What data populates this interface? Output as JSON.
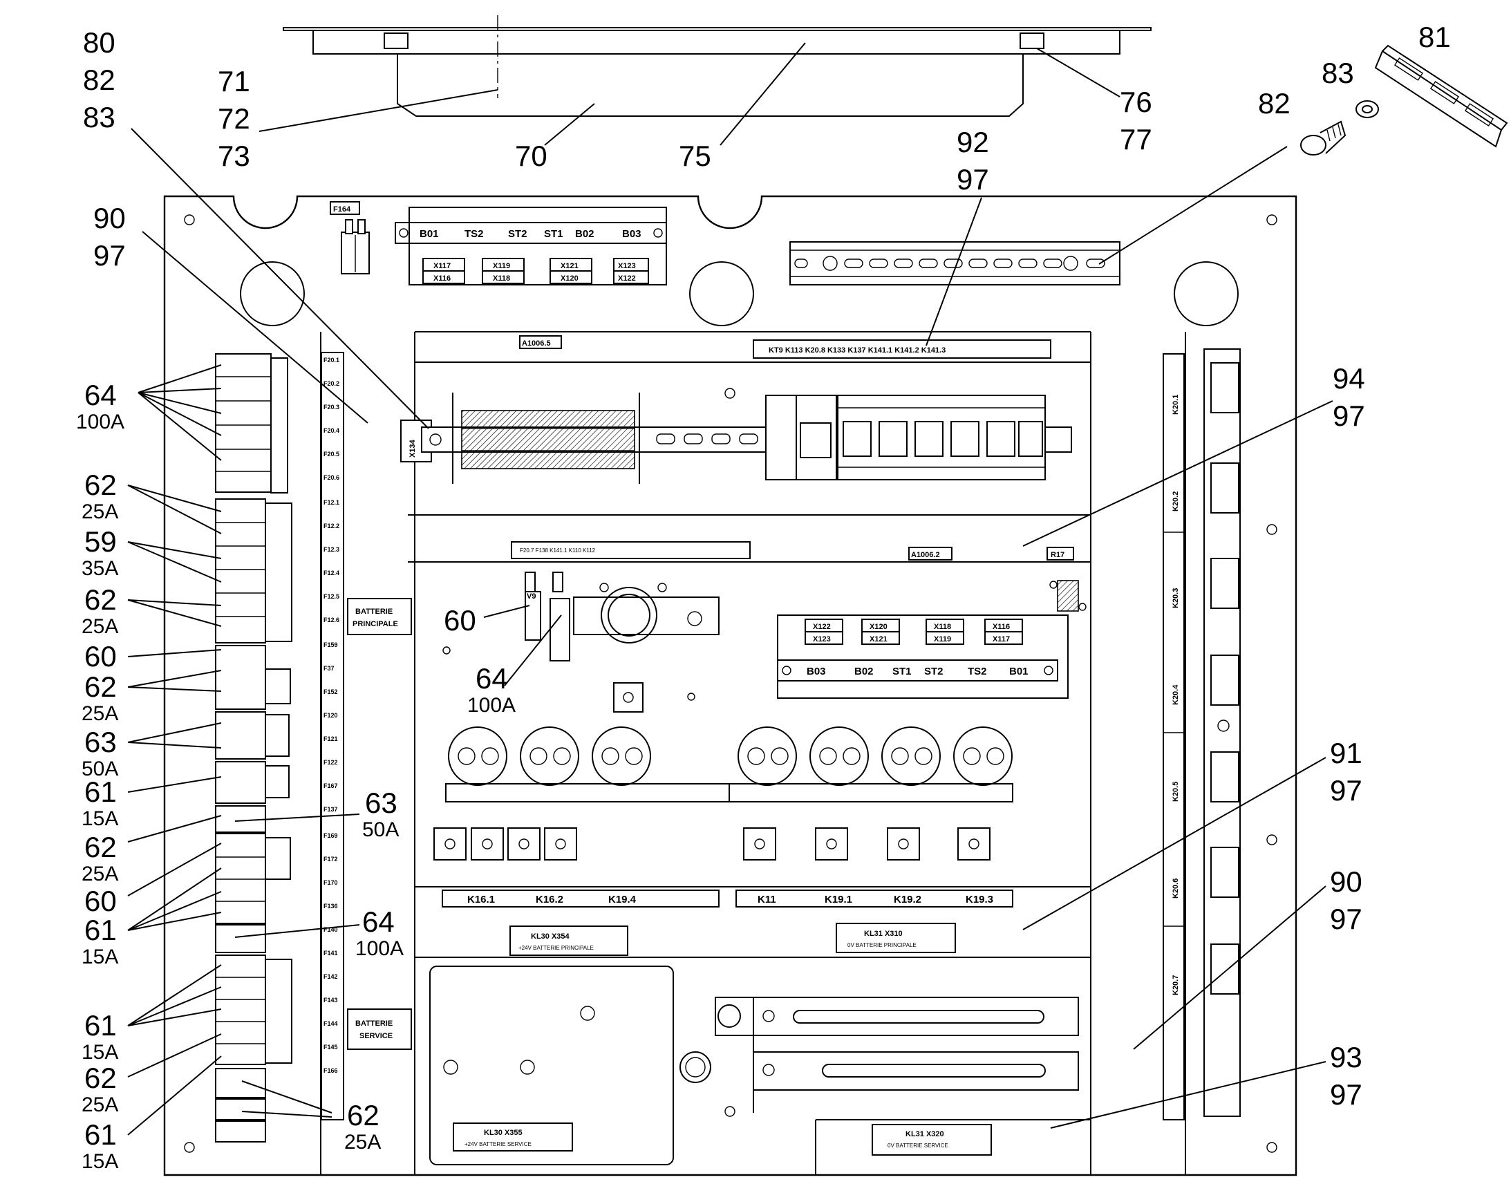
{
  "callouts": [
    {
      "lines": [
        "80",
        "82",
        "83"
      ]
    },
    {
      "lines": [
        "71",
        "72",
        "73"
      ]
    },
    {
      "lines": [
        "70"
      ]
    },
    {
      "lines": [
        "75"
      ]
    },
    {
      "lines": [
        "76",
        "77"
      ]
    },
    {
      "lines": [
        "81"
      ]
    },
    {
      "lines": [
        "83"
      ]
    },
    {
      "lines": [
        "82"
      ]
    },
    {
      "lines": [
        "92",
        "97"
      ]
    },
    {
      "lines": [
        "90",
        "97"
      ]
    },
    {
      "lines": [
        "94",
        "97"
      ]
    },
    {
      "lines": [
        "64"
      ],
      "sub": "100A"
    },
    {
      "lines": [
        "62"
      ],
      "sub": "25A"
    },
    {
      "lines": [
        "59"
      ],
      "sub": "35A"
    },
    {
      "lines": [
        "62"
      ],
      "sub": "25A"
    },
    {
      "lines": [
        "60"
      ]
    },
    {
      "lines": [
        "62"
      ],
      "sub": "25A"
    },
    {
      "lines": [
        "63"
      ],
      "sub": "50A"
    },
    {
      "lines": [
        "61"
      ],
      "sub": "15A"
    },
    {
      "lines": [
        "62"
      ],
      "sub": "25A"
    },
    {
      "lines": [
        "60"
      ]
    },
    {
      "lines": [
        "61"
      ],
      "sub": "15A"
    },
    {
      "lines": [
        "61"
      ],
      "sub": "15A"
    },
    {
      "lines": [
        "62"
      ],
      "sub": "25A"
    },
    {
      "lines": [
        "61"
      ],
      "sub": "15A"
    },
    {
      "lines": [
        "63"
      ],
      "sub": "50A"
    },
    {
      "lines": [
        "64"
      ],
      "sub": "100A"
    },
    {
      "lines": [
        "62"
      ],
      "sub": "25A"
    },
    {
      "lines": [
        "60"
      ]
    },
    {
      "lines": [
        "64"
      ],
      "sub": "100A"
    },
    {
      "lines": [
        "91",
        "97"
      ]
    },
    {
      "lines": [
        "90",
        "97"
      ]
    },
    {
      "lines": [
        "93",
        "97"
      ]
    }
  ],
  "labels": {
    "f164": "F164",
    "terminal_top": [
      "B01",
      "TS2",
      "ST2",
      "ST1",
      "B02",
      "B03"
    ],
    "connectors_top_a": [
      "X117",
      "X119",
      "X121",
      "X123"
    ],
    "connectors_top_b": [
      "X116",
      "X118",
      "X120",
      "X122"
    ],
    "a1006_5": "A1006.5",
    "relay_strip": "KT9   K113   K20.8   K133   K137   K141.1  K141.2  K141.3",
    "x134": "X134",
    "a1006_2": "A1006.2",
    "r17": "R17",
    "fuse_row_mid": "F20.7  F138  K141.1        K110              K112",
    "v9": "V9",
    "connectors_mid_a": [
      "X122",
      "X120",
      "X118",
      "X116"
    ],
    "connectors_mid_b": [
      "X123",
      "X121",
      "X119",
      "X117"
    ],
    "terminal_mid": [
      "B03",
      "B02",
      "ST1",
      "ST2",
      "TS2",
      "B01"
    ],
    "k_row_left": [
      "K16.1",
      "K16.2",
      "K19.4"
    ],
    "k_row_right": [
      "K11",
      "K19.1",
      "K19.2",
      "K19.3"
    ],
    "kl30_x354": "KL30  X354",
    "kl30_x354_sub": "+24V BATTERIE PRINCIPALE",
    "kl31_x310": "KL31  X310",
    "kl31_x310_sub": "0V BATTERIE PRINCIPALE",
    "kl30_x355": "KL30  X355",
    "kl30_x355_sub": "+24V BATTERIE SERVICE",
    "kl31_x320": "KL31  X320",
    "kl31_x320_sub": "0V BATTERIE SERVICE",
    "batt_principale": [
      "BATTERIE",
      "PRINCIPALE"
    ],
    "batt_service": [
      "BATTERIE",
      "SERVICE"
    ],
    "fuses_top": [
      "F20.1",
      "F20.2",
      "F20.3",
      "F20.4",
      "F20.5",
      "F20.6"
    ],
    "fuses_mid": [
      "F12.1",
      "F12.2",
      "F12.3",
      "F12.4",
      "F12.5",
      "F12.6"
    ],
    "fuses_low": [
      "F159",
      "F37",
      "F152",
      "F120",
      "F121",
      "F122",
      "F167",
      "F137"
    ],
    "fuses_bot": [
      "F169",
      "F172",
      "F170",
      "F136",
      "F140",
      "F141",
      "F142",
      "F143",
      "F144",
      "F145",
      "F166"
    ],
    "relays_right": [
      "K20.1",
      "K20.2",
      "K20.3",
      "K20.4",
      "K20.5",
      "K20.6",
      "K20.7"
    ]
  }
}
